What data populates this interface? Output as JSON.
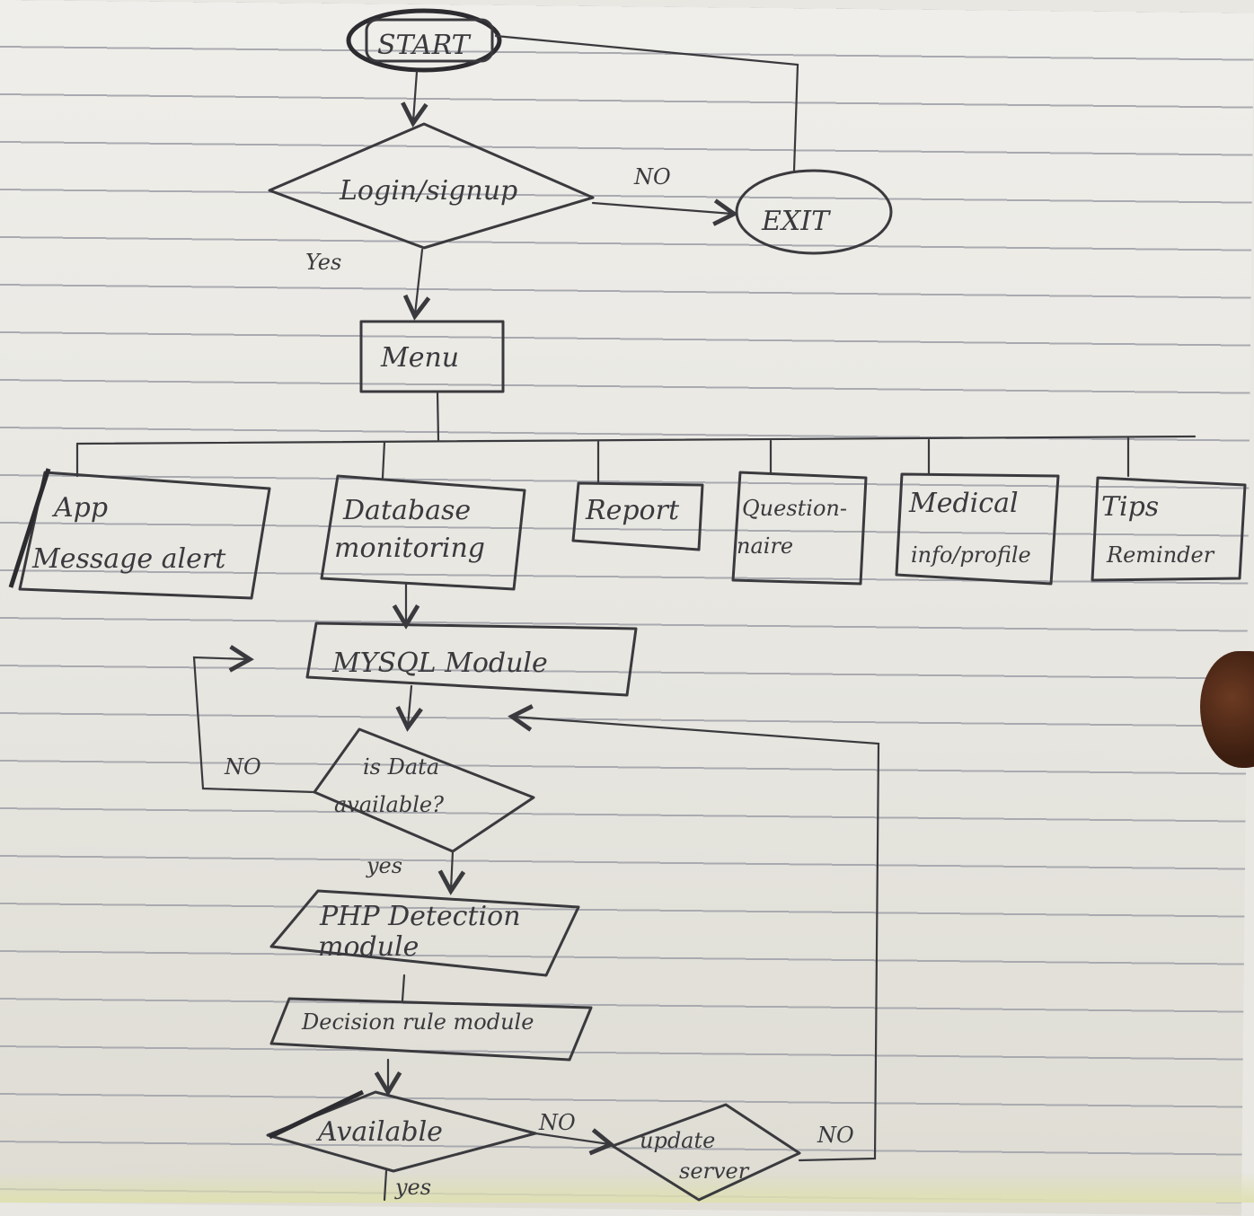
{
  "nodes": {
    "start": "START",
    "login": "Login/signup",
    "exit": "EXIT",
    "menu": "Menu",
    "app_message": [
      "App",
      "Message alert"
    ],
    "database": [
      "Database",
      "monitoring"
    ],
    "report": "Report",
    "questionnaire": [
      "Question-",
      "naire"
    ],
    "medical": [
      "Medical",
      "info/profile"
    ],
    "tips": [
      "Tips",
      "Reminder"
    ],
    "mysql": "MYSQL Module",
    "is_data": [
      "is Data",
      "available?"
    ],
    "php": [
      "PHP Detection",
      "module"
    ],
    "decision": "Decision rule module",
    "available": "Available",
    "update": [
      "update",
      "server"
    ]
  },
  "edge_labels": {
    "login_no": "NO",
    "login_yes": "Yes",
    "data_no": "NO",
    "data_yes": "yes",
    "available_no": "NO",
    "update_no": "NO",
    "available_yes": "yes"
  },
  "colors": {
    "ink": "#3a3a3e",
    "paper": "#efeeea",
    "rule_line": "#a9aab0"
  }
}
